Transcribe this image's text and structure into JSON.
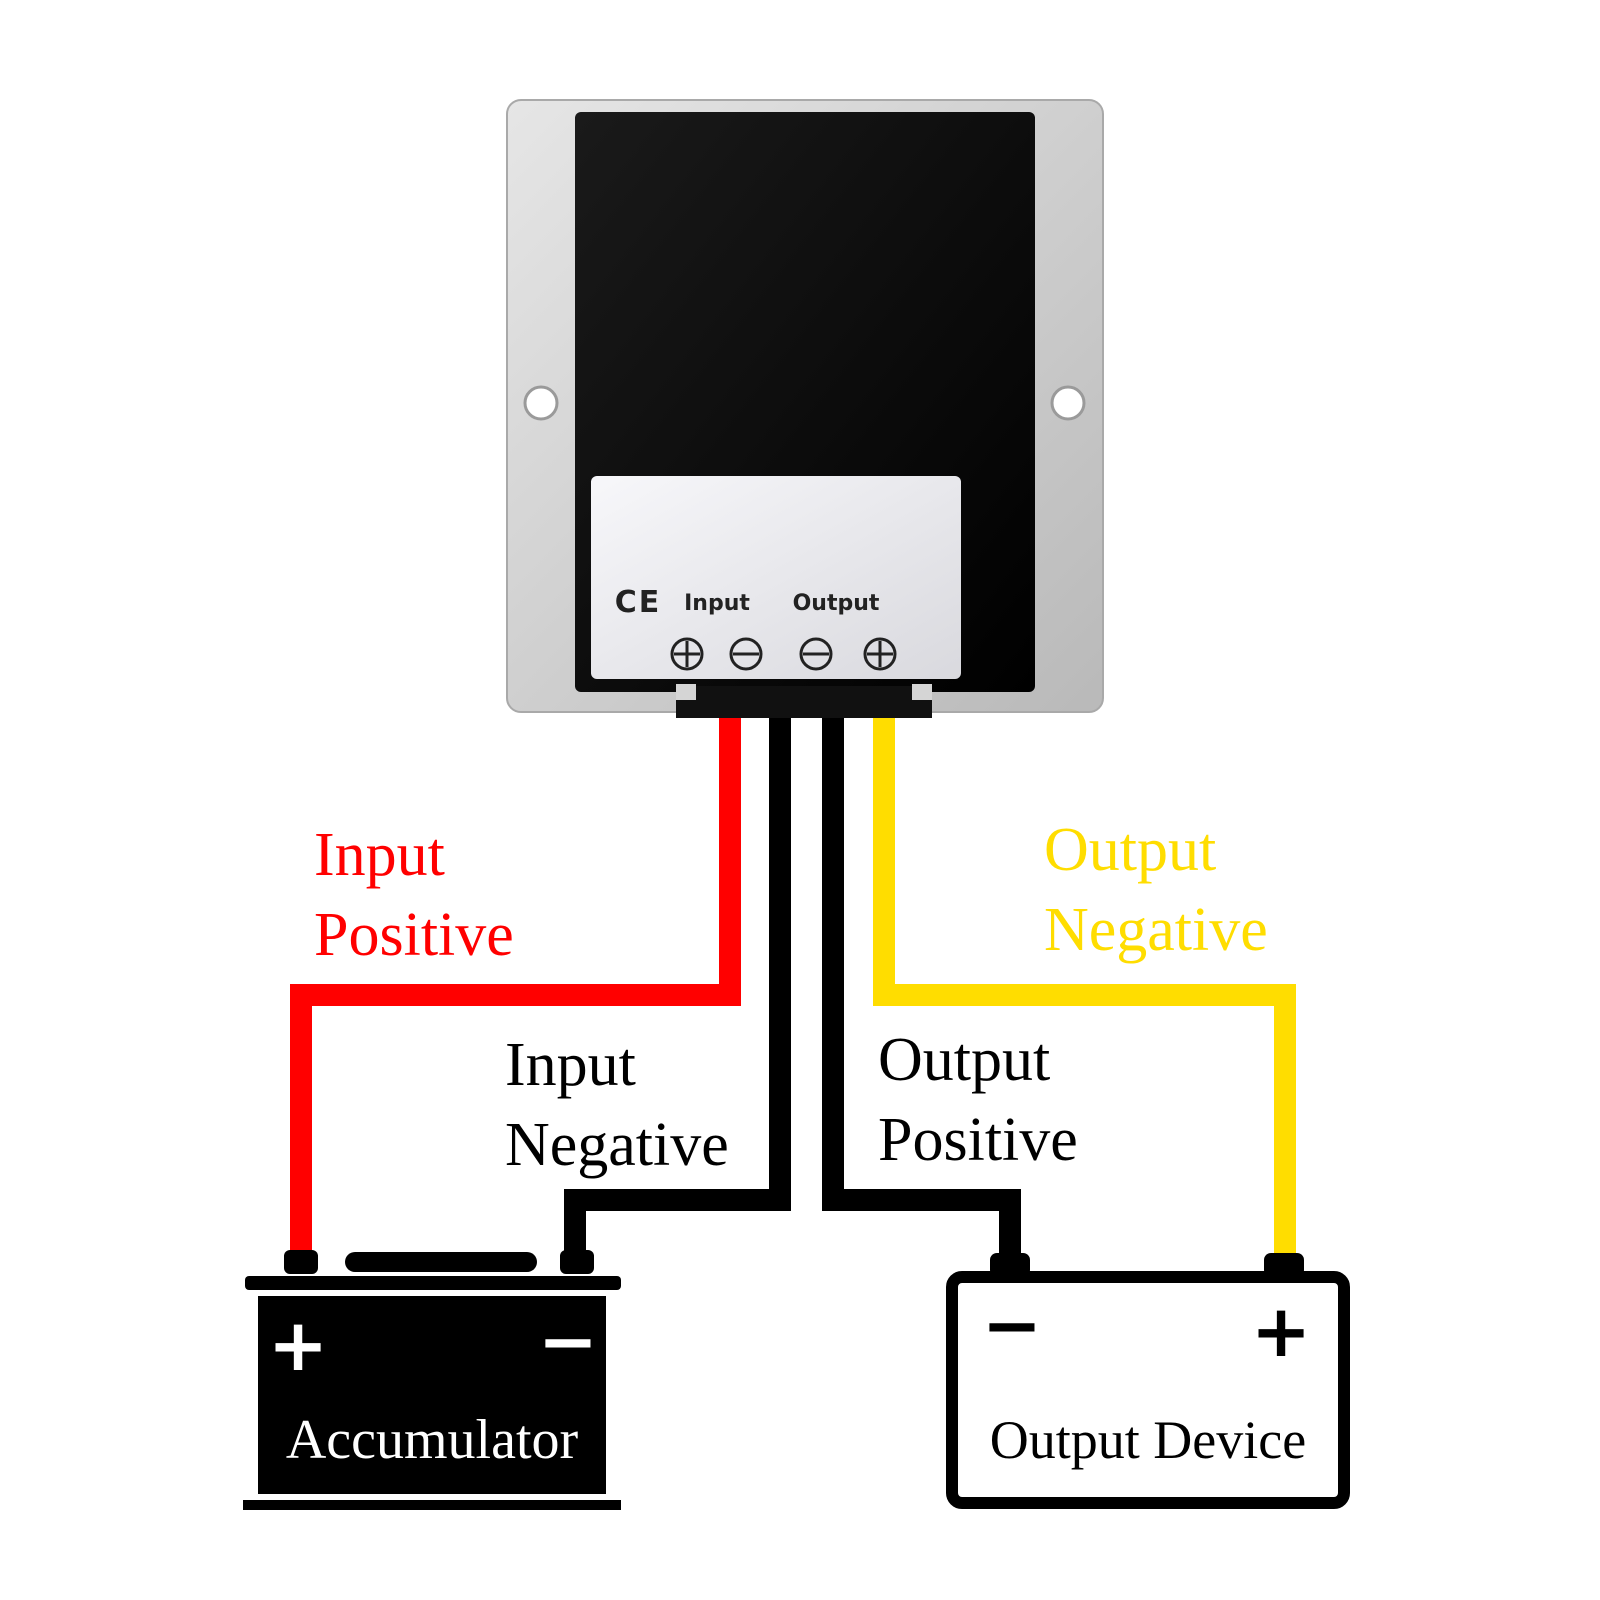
{
  "device": {
    "ce_mark": "CE",
    "label_input": "Input",
    "label_output": "Output",
    "terminals": [
      "⊕",
      "⊖",
      "⊖",
      "⊕"
    ]
  },
  "wires": {
    "input_positive": {
      "line1": "Input",
      "line2": "Positive",
      "color": "#ff0000"
    },
    "input_negative": {
      "line1": "Input",
      "line2": "Negative",
      "color": "#000000"
    },
    "output_positive": {
      "line1": "Output",
      "line2": "Positive",
      "color": "#000000"
    },
    "output_negative": {
      "line1": "Output",
      "line2": "Negative",
      "color": "#ffdd00"
    }
  },
  "accumulator": {
    "label": "Accumulator",
    "plus": "+",
    "minus": "−"
  },
  "output_device": {
    "label": "Output Device",
    "plus": "+",
    "minus": "−"
  }
}
